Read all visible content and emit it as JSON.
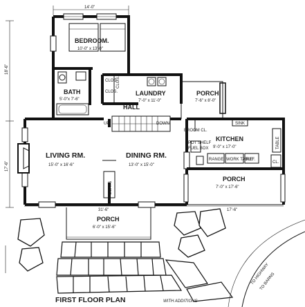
{
  "title": "FIRST FLOOR PLAN",
  "title_suffix": "WITH ADDITIONS",
  "rooms": {
    "bedroom": {
      "name": "BEDROOM.",
      "size": "10'-0\" x 13'-0\""
    },
    "bath": {
      "name": "BATH",
      "size": "5'-0\"x 7'-6\""
    },
    "laundry": {
      "name": "LAUNDRY",
      "size": "7'-0\" x 11'-0\""
    },
    "porch_rear": {
      "name": "PORCH",
      "size": "7'-6\" x 8'-0\""
    },
    "hall": {
      "name": "HALL"
    },
    "kitchen": {
      "name": "KITCHEN",
      "size": "9'-0\" x 17'-0\""
    },
    "living": {
      "name": "LIVING RM.",
      "size": "15'-0\" x 16'-6\""
    },
    "dining": {
      "name": "DINING RM.",
      "size": "13'-0\" x 15'-0\""
    },
    "porch_side": {
      "name": "PORCH",
      "size": "7'-0\" x 17'-6\""
    },
    "porch_front": {
      "name": "PORCH",
      "size": "6'-0\" x 15'-6\""
    }
  },
  "labels": {
    "clos1": "CLOS.",
    "clos2": "CLOS.",
    "clos3": "CLOS.",
    "up": "UP",
    "down": "DOWN",
    "broom_cl": "BROOM CL.",
    "sink": "SINK",
    "fuel_box": "FUEL BOX",
    "pot_shelf": "POT SHELF",
    "range": "RANGE",
    "work_table": "WORK TABLE",
    "ref": "REF.",
    "table": "TABLE",
    "cl": "CL.",
    "coats": "COATS",
    "to_highway": "TO HIGHWAY",
    "to_barns": "TO BARNS"
  },
  "dimensions": {
    "top_width": "14'-0\"",
    "left_height_upper": "18'-6\"",
    "left_height_lower": "17'-6\"",
    "bottom_main": "31'-6\"",
    "bottom_porch": "17'-6\""
  }
}
